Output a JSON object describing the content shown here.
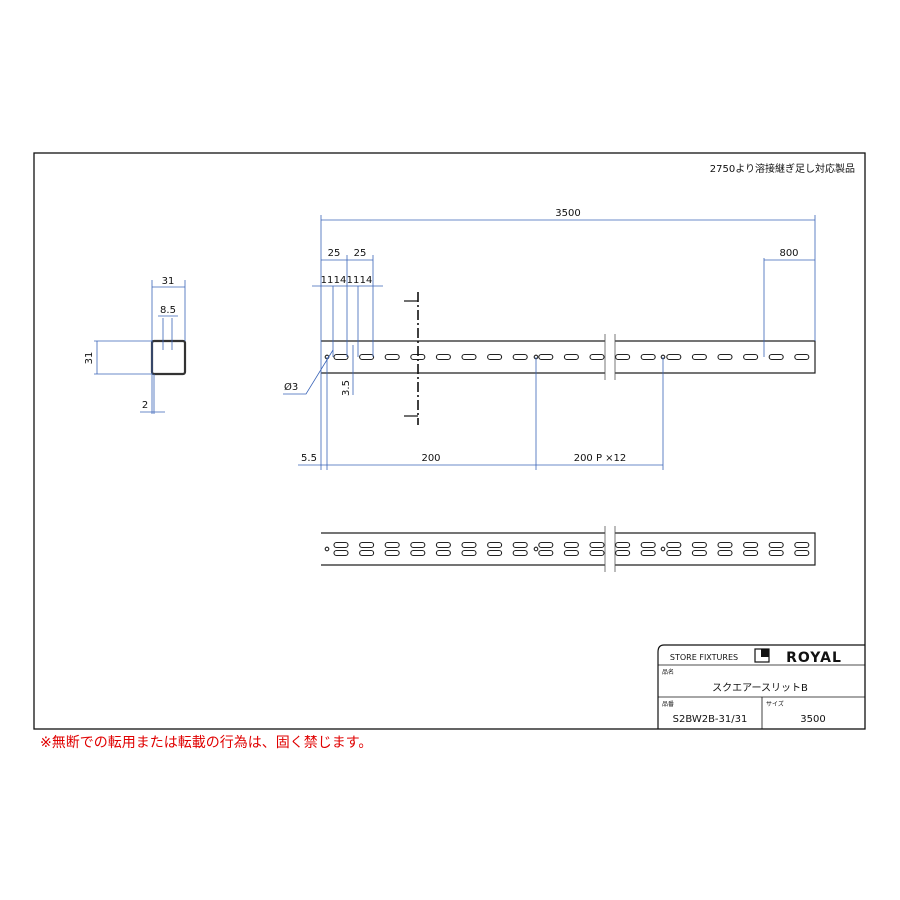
{
  "header_note": "2750より溶接継ぎ足し対応製品",
  "section_view": {
    "width": "31",
    "height": "31",
    "slot_spacing": "8.5",
    "thickness": "2"
  },
  "front_view": {
    "total_length": "3500",
    "end_offset": "800",
    "pitch_a": "25",
    "pitch_b": "25",
    "slot_dims": [
      "11",
      "14",
      "11",
      "14"
    ],
    "hole_dia": "Ø3",
    "slot_height": "3.5",
    "start_offset": "5.5",
    "first_pitch": "200",
    "repeat_pitch": "200 P ×12"
  },
  "title_block": {
    "company": "STORE FIXTURES",
    "brand": "ROYAL",
    "name_label": "品名",
    "name_value": "スクエアースリットB",
    "code_label": "品番",
    "code_value": "S2BW2B-31/31",
    "size_label": "サイズ",
    "size_value": "3500"
  },
  "warning": "※無断での転用または転載の行為は、固く禁じます。",
  "colors": {
    "dimension": "#3a64b8",
    "warning": "#e00000"
  }
}
